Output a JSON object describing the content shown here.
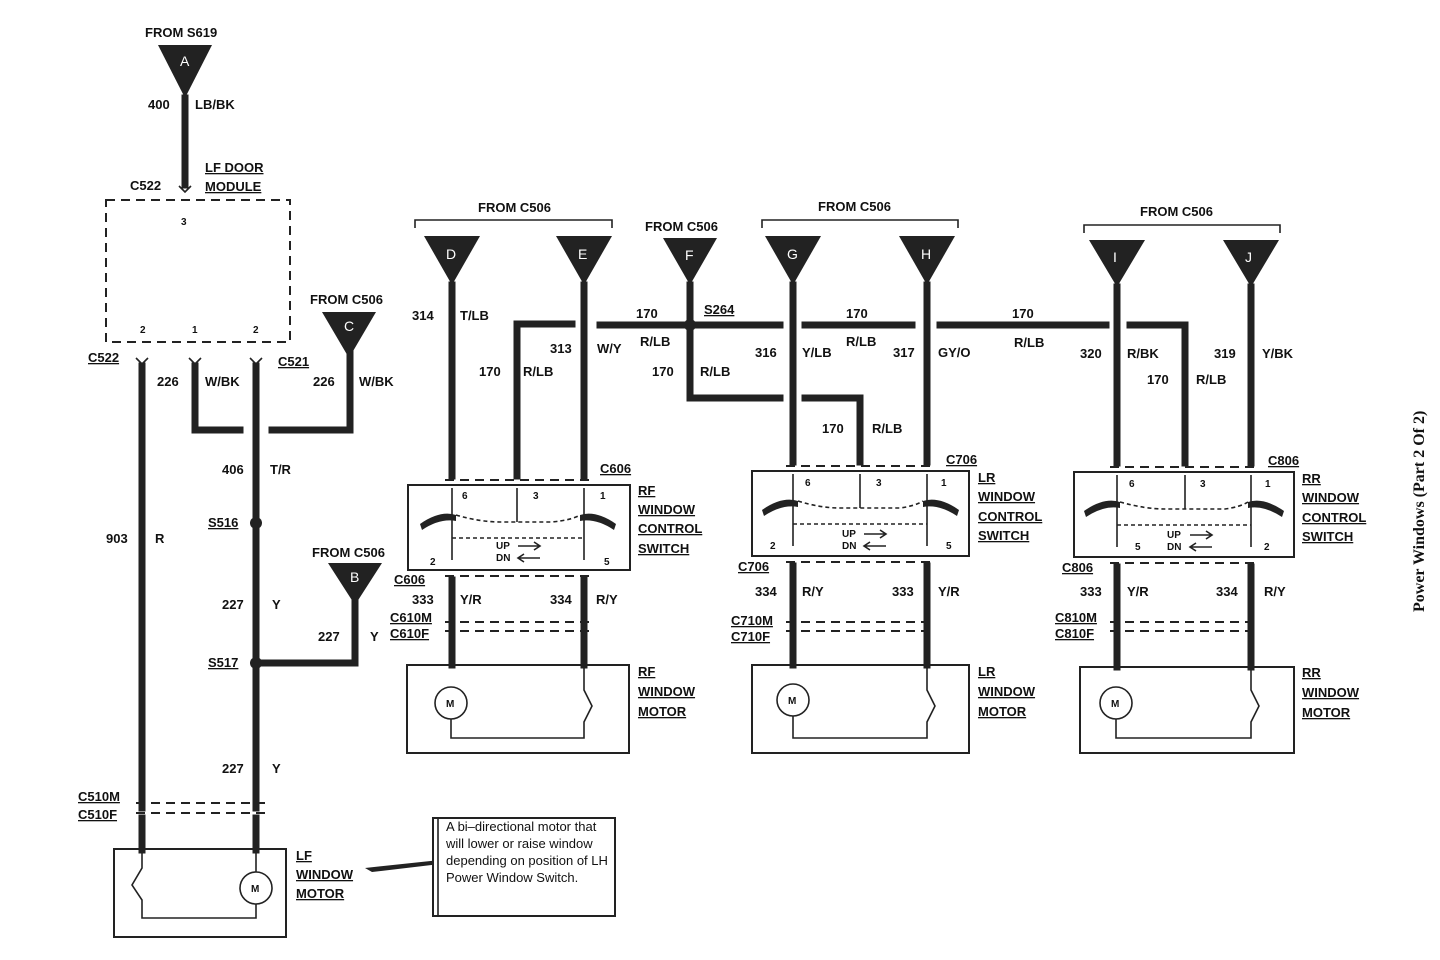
{
  "title": "Power Windows (Part 2 Of 2)",
  "top": {
    "from": "FROM S619",
    "pin": "A",
    "wire_num": "400",
    "wire_color": "LB/BK"
  },
  "lf_door_module": {
    "label_line1": "LF DOOR",
    "label_line2": "MODULE",
    "connector_top": "C522",
    "pin_top": "3",
    "pins_bottom": [
      "2",
      "1",
      "2"
    ],
    "conn_left": "C522",
    "conn_right": "C521"
  },
  "from_c": {
    "from": "FROM C506",
    "pin": "C"
  },
  "from_b": {
    "from": "FROM C506",
    "pin": "B"
  },
  "lf_wires": {
    "w226a": {
      "num": "226",
      "color": "W/BK"
    },
    "w226b": {
      "num": "226",
      "color": "W/BK"
    },
    "w406": {
      "num": "406",
      "color": "T/R"
    },
    "w903": {
      "num": "903",
      "color": "R"
    },
    "w227a": {
      "num": "227",
      "color": "Y"
    },
    "w227b": {
      "num": "227",
      "color": "Y"
    },
    "w227c": {
      "num": "227",
      "color": "Y"
    },
    "s516": "S516",
    "s517": "S517",
    "c510m": "C510M",
    "c510f": "C510F"
  },
  "lf_motor": {
    "line1": "LF",
    "line2": "WINDOW",
    "line3": "MOTOR",
    "m": "M"
  },
  "note": "A bi–directional motor that will lower or raise window depending on position of LH Power Window Switch.",
  "rf": {
    "from": "FROM C506",
    "pin_left": "D",
    "pin_right": "E",
    "w_left": {
      "num": "314",
      "color": "T/LB"
    },
    "w_mid": {
      "num": "170",
      "color": "R/LB"
    },
    "w_right": {
      "num": "313",
      "color": "W/Y"
    },
    "connector": "C606",
    "pins_top": [
      "6",
      "3",
      "1"
    ],
    "pins_bottom": [
      "2",
      "5"
    ],
    "sw_line1": "RF",
    "sw_line2": "WINDOW",
    "sw_line3": "CONTROL",
    "sw_line4": "SWITCH",
    "up": "UP",
    "dn": "DN",
    "conn_bottom": "C606",
    "w_out_left": {
      "num": "333",
      "color": "Y/R"
    },
    "w_out_right": {
      "num": "334",
      "color": "R/Y"
    },
    "c_m": "C610M",
    "c_f": "C610F",
    "motor1": "RF",
    "motor2": "WINDOW",
    "motor3": "MOTOR",
    "m": "M"
  },
  "center": {
    "from": "FROM C506",
    "pin": "F",
    "splice": "S264",
    "w_h1": {
      "num": "170",
      "color": "R/LB"
    },
    "w_h2": {
      "num": "170",
      "color": "R/LB"
    },
    "w_h3": {
      "num": "170",
      "color": "R/LB"
    }
  },
  "lr": {
    "from": "FROM C506",
    "pin_left": "G",
    "pin_right": "H",
    "w_left": {
      "num": "316",
      "color": "Y/LB"
    },
    "w_mid": {
      "num": "170",
      "color": "R/LB"
    },
    "w_right": {
      "num": "317",
      "color": "GY/O"
    },
    "w_top": {
      "num": "170",
      "color": "R/LB"
    },
    "connector": "C706",
    "pins_top": [
      "6",
      "3",
      "1"
    ],
    "pins_bottom": [
      "2",
      "5"
    ],
    "sw_line1": "LR",
    "sw_line2": "WINDOW",
    "sw_line3": "CONTROL",
    "sw_line4": "SWITCH",
    "up": "UP",
    "dn": "DN",
    "conn_bottom": "C706",
    "w_out_left": {
      "num": "334",
      "color": "R/Y"
    },
    "w_out_right": {
      "num": "333",
      "color": "Y/R"
    },
    "c_m": "C710M",
    "c_f": "C710F",
    "motor1": "LR",
    "motor2": "WINDOW",
    "motor3": "MOTOR",
    "m": "M"
  },
  "rr": {
    "from": "FROM C506",
    "pin_left": "I",
    "pin_right": "J",
    "w_left": {
      "num": "320",
      "color": "R/BK"
    },
    "w_mid": {
      "num": "170",
      "color": "R/LB"
    },
    "w_right": {
      "num": "319",
      "color": "Y/BK"
    },
    "w_top": {
      "num": "170",
      "color": "R/LB"
    },
    "connector": "C806",
    "pins_top": [
      "6",
      "3",
      "1"
    ],
    "pins_bottom": [
      "5",
      "2"
    ],
    "sw_line1": "RR",
    "sw_line2": "WINDOW",
    "sw_line3": "CONTROL",
    "sw_line4": "SWITCH",
    "up": "UP",
    "dn": "DN",
    "conn_bottom": "C806",
    "w_out_left": {
      "num": "333",
      "color": "Y/R"
    },
    "w_out_right": {
      "num": "334",
      "color": "R/Y"
    },
    "c_m": "C810M",
    "c_f": "C810F",
    "motor1": "RR",
    "motor2": "WINDOW",
    "motor3": "MOTOR",
    "m": "M"
  }
}
